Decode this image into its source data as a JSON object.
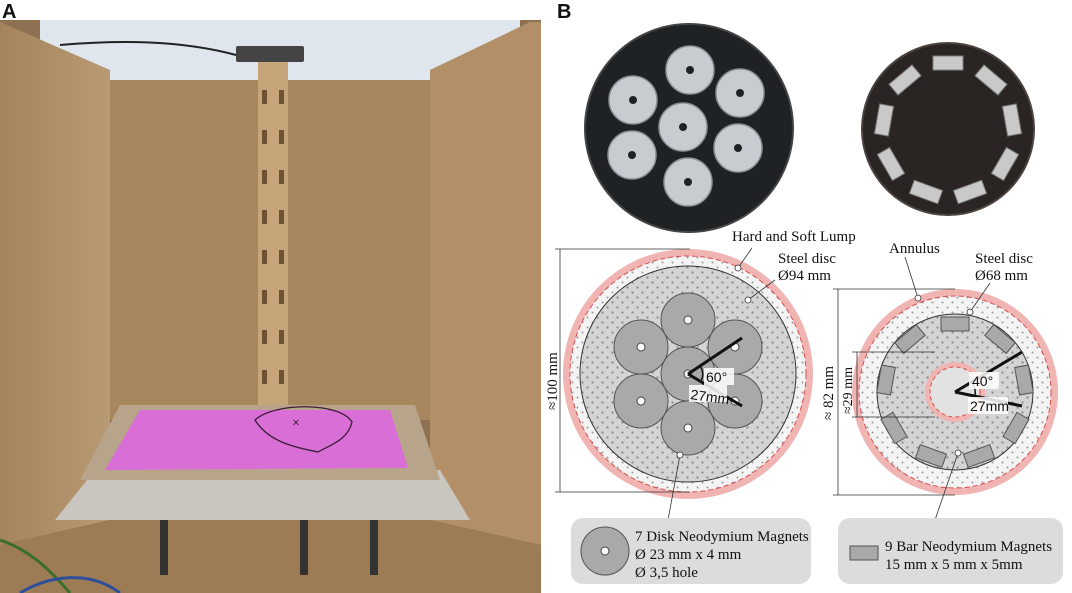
{
  "panels": {
    "a_label": "A",
    "b_label": "B"
  },
  "photo_a": {
    "lump_mark": "×"
  },
  "diagram_left": {
    "hard_soft_label": "Hard and Soft Lump",
    "disc_label": "Steel disc",
    "disc_size": "Ø94 mm",
    "diameter_dim": "≈100 mm",
    "angle": "60°",
    "radius": "27mm"
  },
  "diagram_right": {
    "annulus_label": "Annulus",
    "disc_label": "Steel disc",
    "disc_size": "Ø68 mm",
    "diameter_dim": "≈ 82 mm",
    "inner_dim": "≈29 mm",
    "angle": "40°",
    "radius": "27mm"
  },
  "legend_left": {
    "line1": "7 Disk Neodymium Magnets",
    "line2": "Ø 23 mm x 4 mm",
    "line3": "Ø 3,5 hole"
  },
  "legend_right": {
    "line1": "9 Bar Neodymium Magnets",
    "line2": "15 mm x 5 mm x 5mm"
  },
  "colors": {
    "pink_area": "#d96fd6",
    "ring_red": "#e88a8a",
    "magnet_grey": "#a9a9a9",
    "disc_grey": "#d2d2d2",
    "legend_bg": "#dcdcdc",
    "cardboard": "#b6946b"
  }
}
